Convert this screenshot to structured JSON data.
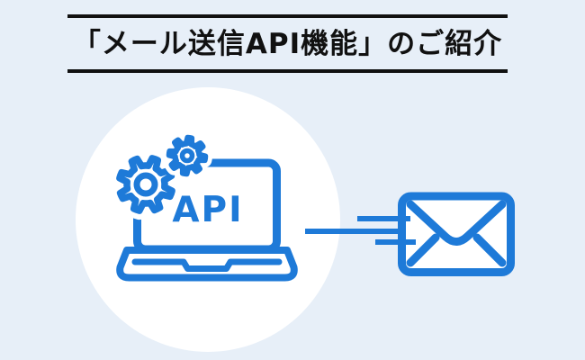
{
  "title": {
    "text": "「メール送信API機能」のご紹介"
  },
  "illustration": {
    "api_label": "API",
    "icons": [
      "background-circle",
      "laptop-icon",
      "gear-large-icon",
      "gear-small-icon",
      "mail-envelope-icon",
      "speed-lines-icon"
    ]
  },
  "colors": {
    "background": "#e7eff8",
    "accent_blue": "#1e7ad8",
    "title_black": "#111111",
    "circle_white": "#ffffff"
  }
}
